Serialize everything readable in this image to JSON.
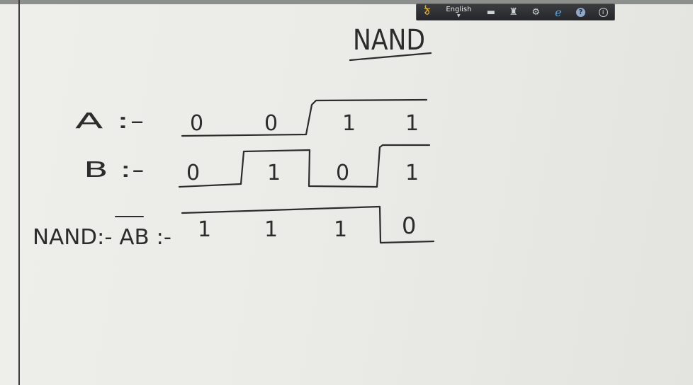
{
  "language_bar": {
    "ime_glyph": "ঠ",
    "language": "English",
    "icons": [
      "keyboard-icon",
      "pen-hand-icon",
      "settings-gear-icon",
      "internet-explorer-icon",
      "help-icon",
      "info-icon"
    ]
  },
  "board": {
    "title": "NAND",
    "rows": [
      {
        "label": "A :-",
        "values": [
          "0",
          "0",
          "1",
          "1"
        ]
      },
      {
        "label": "B :-",
        "values": [
          "0",
          "1",
          "0",
          "1"
        ]
      },
      {
        "label": "NAND:- AB :-",
        "values": [
          "1",
          "1",
          "1",
          "0"
        ]
      }
    ]
  },
  "colors": {
    "ink": "#2c2c2c",
    "board": "#ebebe7",
    "toolbar": "#2f3134"
  }
}
